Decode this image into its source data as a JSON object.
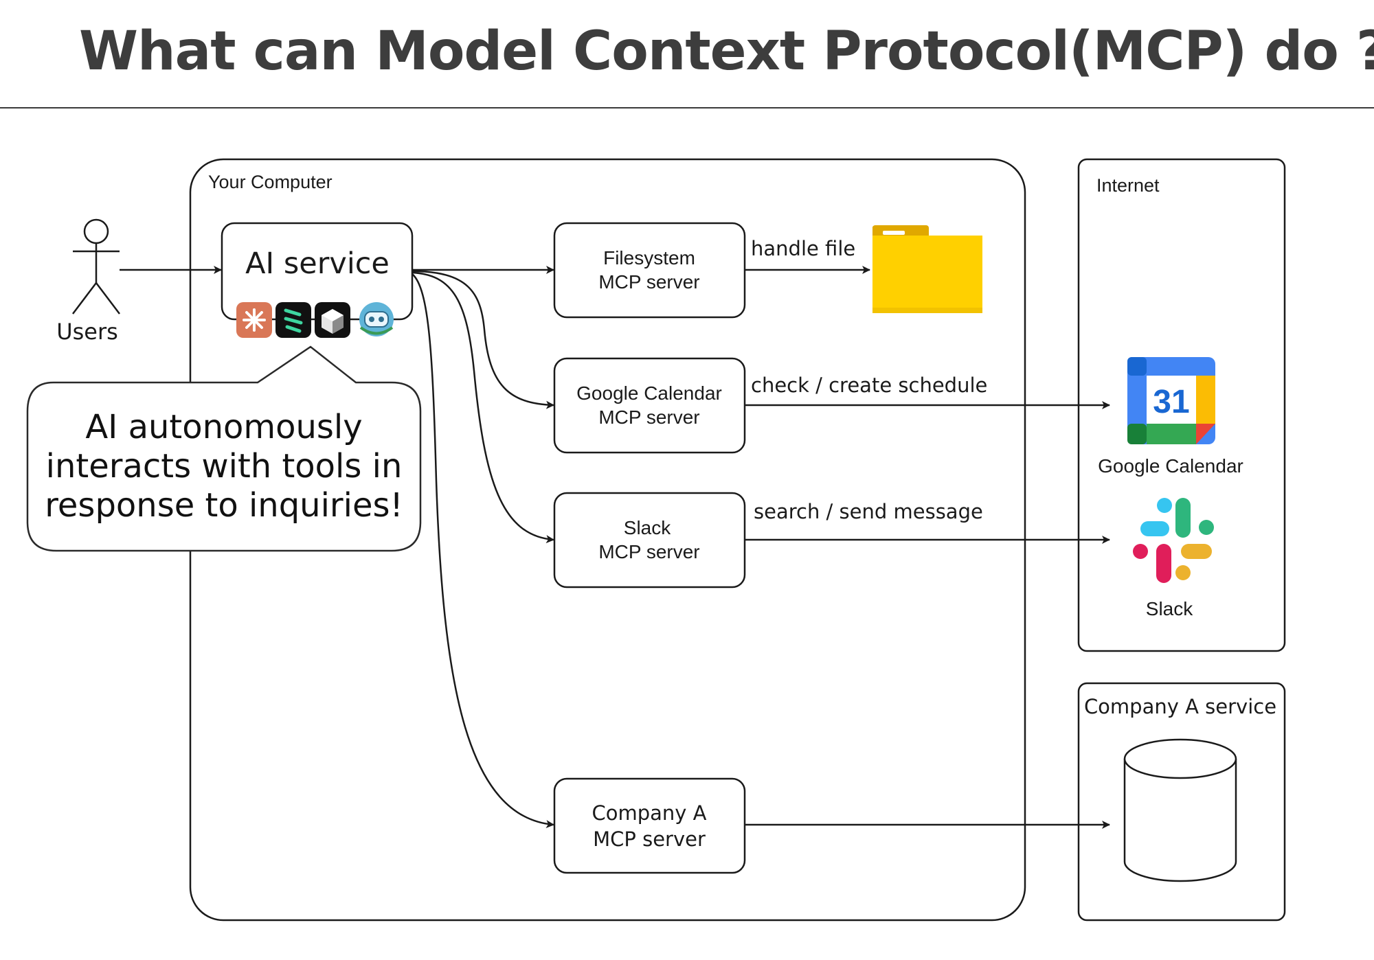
{
  "title": "What can Model Context Protocol(MCP) do ?",
  "groups": {
    "your_computer": "Your Computer",
    "internet": "Internet",
    "company_a_service": "Company A service"
  },
  "actor": {
    "label": "Users"
  },
  "ai_service": {
    "label": "AI service",
    "client_icons": [
      "claude-icon",
      "cline-icon",
      "cursor-icon",
      "copilot-icon"
    ]
  },
  "callout": {
    "lines": [
      "AI autonomously",
      "interacts with tools in",
      "response to inquiries!"
    ]
  },
  "servers": [
    {
      "line1": "Filesystem",
      "line2": "MCP server"
    },
    {
      "line1": "Google Calendar",
      "line2": "MCP server"
    },
    {
      "line1": "Slack",
      "line2": "MCP server"
    },
    {
      "line1": "Company A",
      "line2": "MCP server"
    }
  ],
  "edge_labels": {
    "filesystem": "handle file",
    "calendar": "check / create schedule",
    "slack": "search / send message"
  },
  "targets": {
    "folder": "folder-icon",
    "calendar_label": "Google Calendar",
    "calendar_day": "31",
    "slack_label": "Slack",
    "database": "database-icon"
  },
  "colors": {
    "google_blue": "#4285F4",
    "google_green": "#34A853",
    "google_yellow": "#FBBC04",
    "google_red": "#EA4335",
    "slack_blue": "#36C5F0",
    "slack_green": "#2EB67D",
    "slack_yellow": "#ECB22E",
    "slack_pink": "#E01E5A",
    "folder": "#FFD000"
  }
}
